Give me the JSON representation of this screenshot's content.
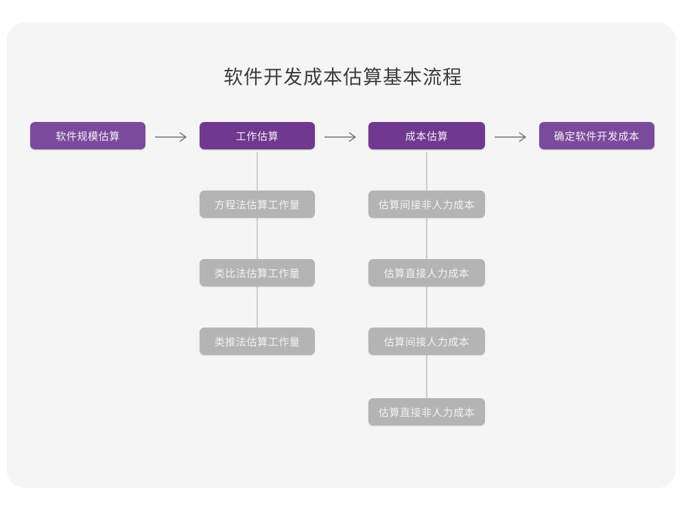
{
  "title": "软件开发成本估算基本流程",
  "theme": {
    "page_background": "#ffffff",
    "card_background": "#f5f5f5",
    "primary_node_color": "#7c4a9c",
    "primary_node_color_deep": "#70388f",
    "sub_node_color": "#b4b4b4",
    "connector_color": "#cccccc",
    "title_color": "#3c3c3c"
  },
  "flow": {
    "steps": [
      {
        "label": "软件规模估算",
        "sub_nodes": []
      },
      {
        "label": "工作估算",
        "sub_nodes": [
          "方程法估算工作量",
          "类比法估算工作量",
          "类推法估算工作量"
        ]
      },
      {
        "label": "成本估算",
        "sub_nodes": [
          "估算间接非人力成本",
          "估算直接人力成本",
          "估算间接人力成本",
          "估算直接非人力成本"
        ]
      },
      {
        "label": "确定软件开发成本",
        "sub_nodes": []
      }
    ],
    "arrows": [
      {
        "name": "arrow-step1-to-step2"
      },
      {
        "name": "arrow-step2-to-step3"
      },
      {
        "name": "arrow-step3-to-step4"
      }
    ]
  }
}
